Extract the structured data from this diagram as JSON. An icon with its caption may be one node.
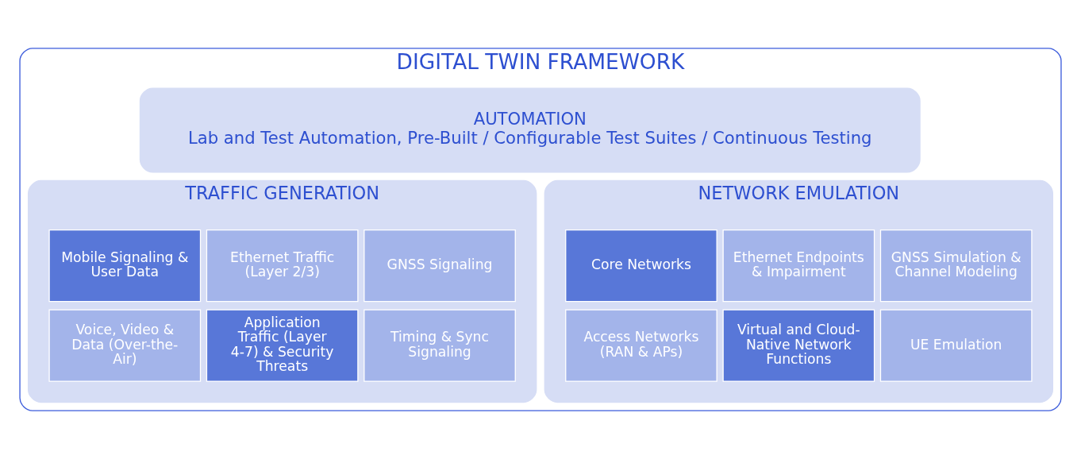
{
  "diagram": {
    "nodes": [
      {
        "text": [
          "DIGITAL TWIN FRAMEWORK"
        ]
      },
      {
        "text": [
          "AUTOMATION",
          "Lab and Test Automation, Pre-Built / Configurable Test Suites / Continuous Testing"
        ],
        "in": 0
      },
      {
        "text": [
          "TRAFFIC GENERATION"
        ],
        "in": 0
      },
      {
        "text": [
          "Mobile Signaling & User Data"
        ],
        "in": 2
      },
      {
        "text": [
          "Ethernet Traffic (Layer 2/3)"
        ],
        "in": 2
      },
      {
        "text": [
          "GNSS Signaling"
        ],
        "in": 2
      },
      {
        "text": [
          "Voice, Video & Data (Over-the-Air)"
        ],
        "in": 2
      },
      {
        "text": [
          "Application Traffic (Layer 4-7) & Security Threats"
        ],
        "in": 2
      },
      {
        "text": [
          "Timing & Sync Signaling"
        ],
        "in": 2
      },
      {
        "text": [
          "NETWORK EMULATION"
        ],
        "in": 0
      },
      {
        "text": [
          "Core Networks"
        ],
        "in": 9
      },
      {
        "text": [
          "Ethernet Endpoints & Impairment"
        ],
        "in": 9
      },
      {
        "text": [
          "GNSS Simulation & Channel Modeling"
        ],
        "in": 9
      },
      {
        "text": [
          "Access Networks (RAN & APs)"
        ],
        "in": 9
      },
      {
        "text": [
          "Virtual and Cloud-Native Network Functions"
        ],
        "in": 9
      },
      {
        "text": [
          "UE Emulation"
        ],
        "in": 9
      }
    ],
    "edges": []
  }
}
